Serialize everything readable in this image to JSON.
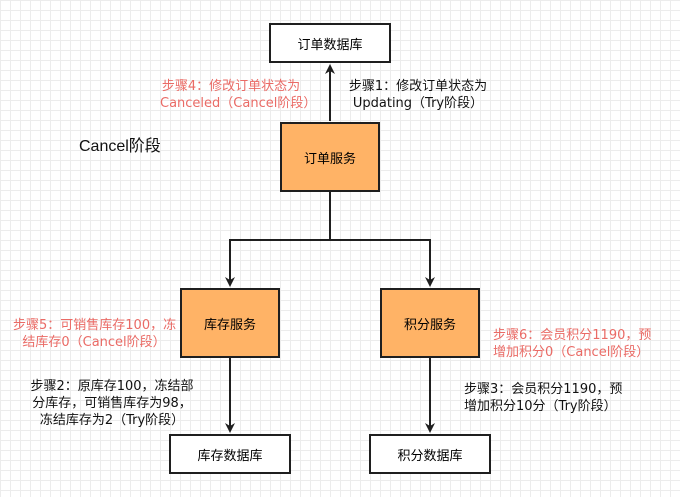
{
  "nodes": {
    "order_db": "订单数据库",
    "order_service": "订单服务",
    "inventory_service": "库存服务",
    "points_service": "积分服务",
    "inventory_db": "库存数据库",
    "points_db": "积分数据库"
  },
  "phase_label": "Cancel阶段",
  "steps": {
    "step1": [
      "步骤1：修改订单状态为",
      "Updating（Try阶段）"
    ],
    "step2": [
      "步骤2：原库存100，冻结部",
      "分库存，可销售库存为98，",
      "冻结库存为2（Try阶段）"
    ],
    "step3": [
      "步骤3：会员积分1190，预",
      "增加积分10分（Try阶段）"
    ],
    "step4": [
      "步骤4：修改订单状态为",
      "Canceled（Cancel阶段）"
    ],
    "step5": [
      "步骤5：可销售库存100，冻",
      "结库存0（Cancel阶段）"
    ],
    "step6": [
      "步骤6：会员积分1190，预",
      "增加积分0（Cancel阶段）"
    ]
  },
  "colors": {
    "service_fill": "#ffb366",
    "cancel_text": "#ea6b66",
    "try_text": "#111111"
  }
}
